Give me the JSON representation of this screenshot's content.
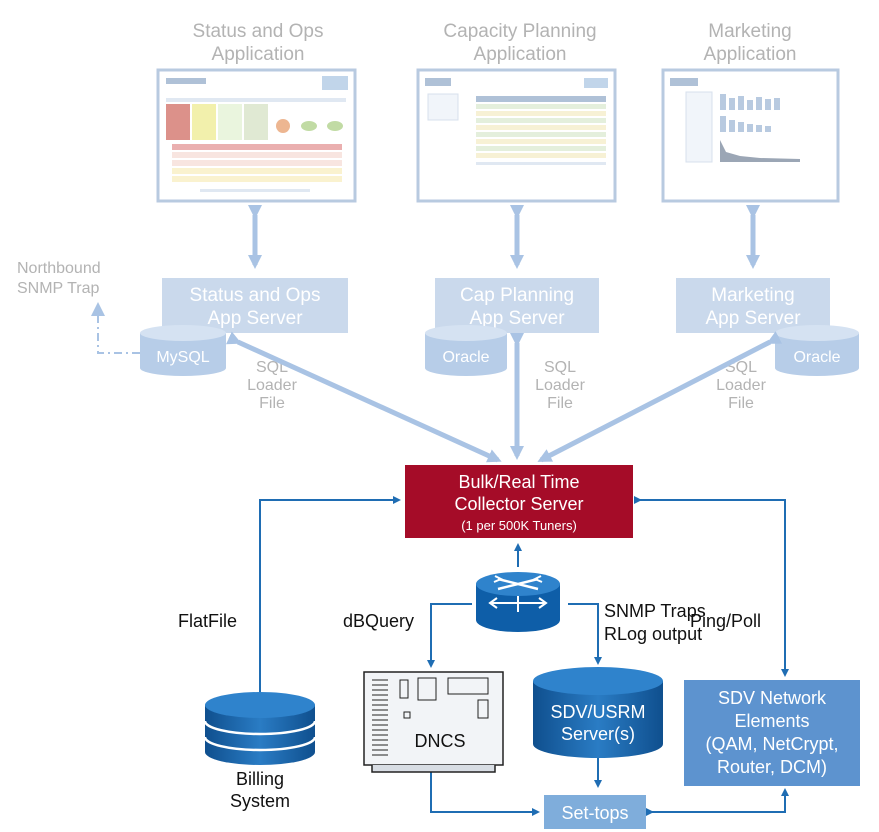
{
  "apps": {
    "status_ops": {
      "line1": "Status and Ops",
      "line2": "Application"
    },
    "capacity": {
      "line1": "Capacity Planning",
      "line2": "Application"
    },
    "marketing": {
      "line1": "Marketing",
      "line2": "Application"
    }
  },
  "northbound": {
    "line1": "Northbound",
    "line2": "SNMP Trap"
  },
  "servers": {
    "status_ops": {
      "line1": "Status and Ops",
      "line2": "App Server"
    },
    "cap_planning": {
      "line1": "Cap Planning",
      "line2": "App Server"
    },
    "marketing": {
      "line1": "Marketing",
      "line2": "App Server"
    }
  },
  "databases": {
    "mysql": "MySQL",
    "oracle_cap": "Oracle",
    "oracle_marketing": "Oracle"
  },
  "sql_loader": {
    "line1": "SQL",
    "line2": "Loader",
    "line3": "File"
  },
  "collector": {
    "line1": "Bulk/Real Time",
    "line2": "Collector Server",
    "line3": "(1 per 500K Tuners)"
  },
  "edges": {
    "flatfile": "FlatFile",
    "dbquery": "dBQuery",
    "snmp_traps": "SNMP Traps",
    "rlog_output": "RLog output",
    "ping_poll": "Ping/Poll"
  },
  "billing": {
    "line1": "Billing",
    "line2": "System"
  },
  "dncs": "DNCS",
  "sdv_usrm": {
    "line1": "SDV/USRM",
    "line2": "Server(s)"
  },
  "network_elements": {
    "line1": "SDV Network",
    "line2": "Elements",
    "line3": "(QAM, NetCrypt,",
    "line4": "Router, DCM)"
  },
  "settops": "Set-tops",
  "colors": {
    "collector": "#a50c28",
    "primary_blue": "#1f6db3",
    "light_blue": "#cad9ec",
    "faded_text": "#b3b3b3"
  }
}
